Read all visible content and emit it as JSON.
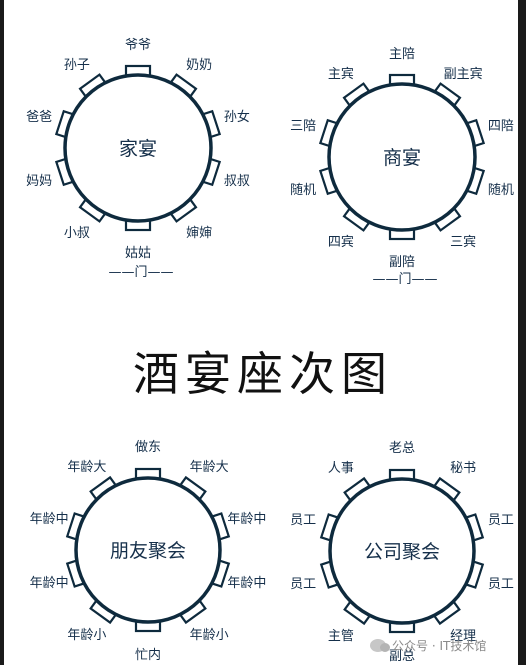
{
  "title": "酒宴座次图",
  "watermark": "公众号 · IT技术馆",
  "tables": [
    {
      "name": "家宴",
      "door": "——门——",
      "seats": [
        "爷爷",
        "奶奶",
        "孙女",
        "叔叔",
        "婶婶",
        "姑姑",
        "小叔",
        "妈妈",
        "爸爸",
        "孙子"
      ]
    },
    {
      "name": "商宴",
      "door": "——门——",
      "seats": [
        "主陪",
        "副主宾",
        "四陪",
        "随机",
        "三宾",
        "副陪",
        "四宾",
        "随机",
        "三陪",
        "主宾"
      ]
    },
    {
      "name": "朋友聚会",
      "door": "",
      "seats": [
        "做东",
        "年龄大",
        "年龄中",
        "年龄中",
        "年龄小",
        "忙内",
        "年龄小",
        "年龄中",
        "年龄中",
        "年龄大"
      ]
    },
    {
      "name": "公司聚会",
      "door": "",
      "seats": [
        "老总",
        "秘书",
        "员工",
        "员工",
        "经理",
        "副总",
        "主管",
        "员工",
        "员工",
        "人事"
      ]
    }
  ]
}
